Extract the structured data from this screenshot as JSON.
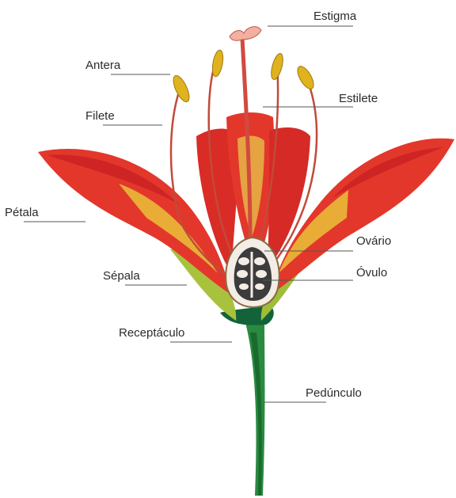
{
  "labels": {
    "estigma": "Estigma",
    "antera": "Antera",
    "estilete": "Estilete",
    "filete": "Filete",
    "petala": "Pétala",
    "ovario": "Ovário",
    "ovulo": "Óvulo",
    "sepala": "Sépala",
    "receptaculo": "Receptáculo",
    "pedunculo": "Pedúnculo"
  },
  "colors": {
    "petal_red": "#e5352a",
    "petal_dark": "#c21f1f",
    "petal_yellow": "#e8c23a",
    "sepal_green": "#8fb53a",
    "stem_green": "#1e7a3a",
    "anther_yellow": "#e3b21f",
    "line_gray": "#555555"
  }
}
